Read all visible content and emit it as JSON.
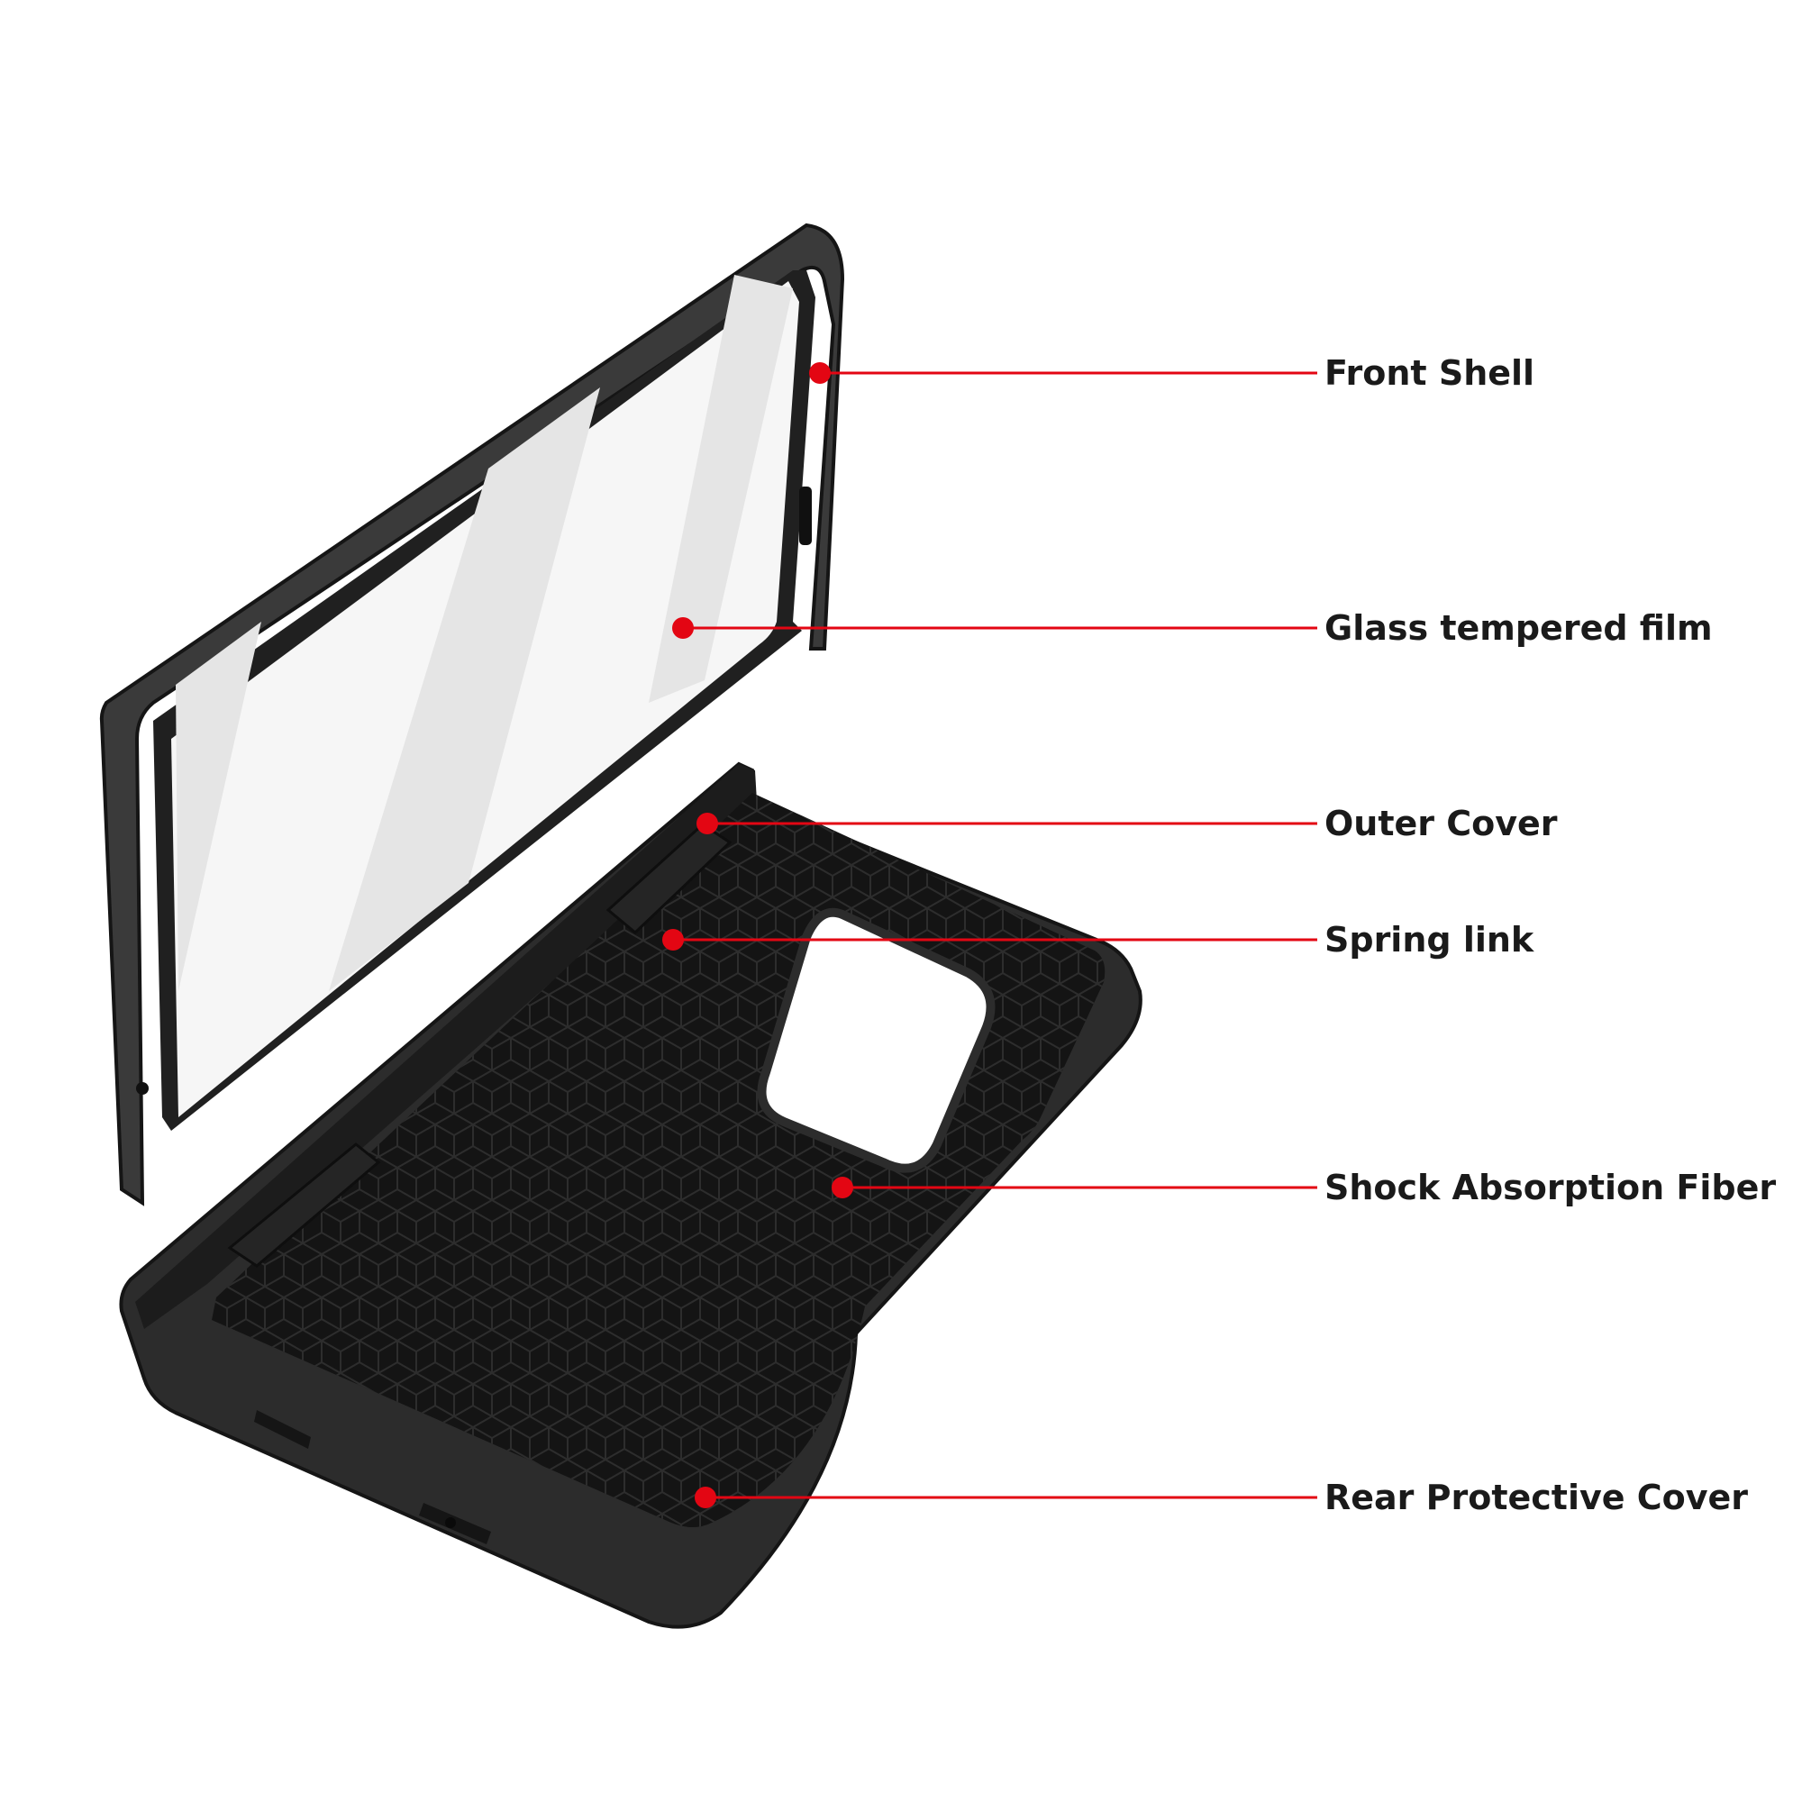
{
  "diagram": {
    "colors": {
      "background": "#ffffff",
      "callout_red": "#e30613",
      "label_text": "#1a1a1a",
      "frame": "#3a3a3a",
      "frame_edge": "#151515",
      "glass": "#f6f6f6",
      "glass_sheen": "#e5e5e5",
      "fiber": "#141414",
      "fiber_pattern": "#2d2d2d"
    },
    "callouts": [
      {
        "id": "front-shell",
        "label": "Front Shell"
      },
      {
        "id": "glass-tempered-film",
        "label": "Glass tempered film"
      },
      {
        "id": "outer-cover",
        "label": "Outer Cover"
      },
      {
        "id": "spring-link",
        "label": "Spring link"
      },
      {
        "id": "shock-absorption-fiber",
        "label": "Shock Absorption Fiber"
      },
      {
        "id": "rear-protective-cover",
        "label": "Rear Protective Cover"
      }
    ]
  }
}
